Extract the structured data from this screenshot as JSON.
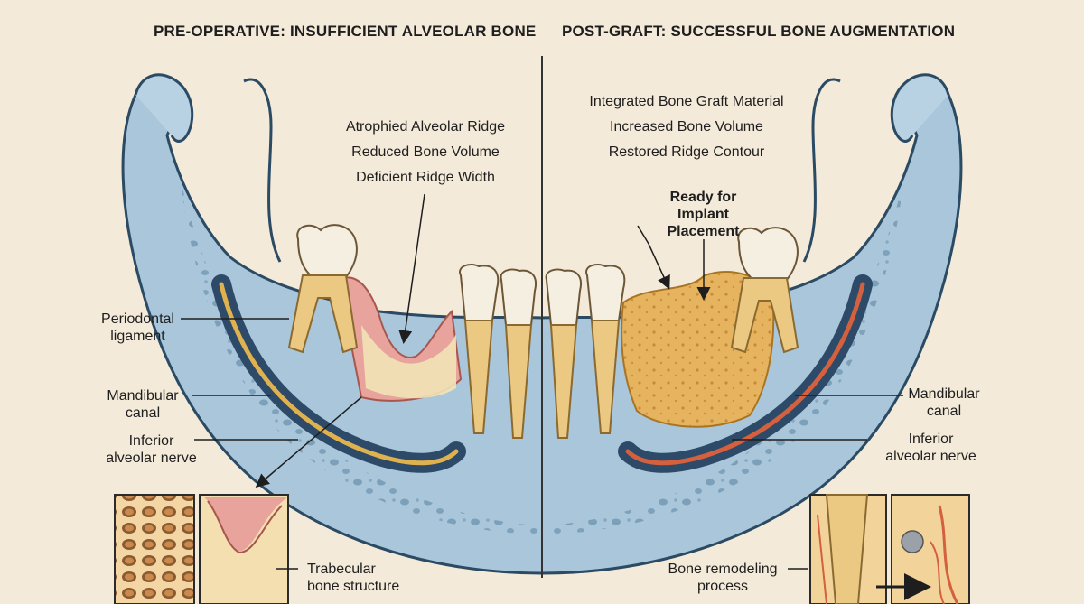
{
  "titles": {
    "left": "PRE-OPERATIVE: INSUFFICIENT ALVEOLAR BONE",
    "right": "POST-GRAFT: SUCCESSFUL BONE AUGMENTATION"
  },
  "left_labels": {
    "ridge_1": "Atrophied Alveolar Ridge",
    "ridge_2": "Reduced Bone Volume",
    "ridge_3": "Deficient Ridge Width",
    "periodontal_1": "Periodontal",
    "periodontal_2": "ligament",
    "canal_1": "Mandibular",
    "canal_2": "canal",
    "nerve_1": "Inferior",
    "nerve_2": "alveolar nerve",
    "trabecular_1": "Trabecular",
    "trabecular_2": "bone structure"
  },
  "right_labels": {
    "graft_1": "Integrated Bone Graft Material",
    "graft_2": "Increased Bone Volume",
    "graft_3": "Restored Ridge Contour",
    "ready_1": "Ready for",
    "ready_2": "Implant",
    "ready_3": "Placement",
    "canal_1": "Mandibular",
    "canal_2": "canal",
    "nerve_1": "Inferior",
    "nerve_2": "alveolar nerve",
    "remodel_1": "Bone remodeling",
    "remodel_2": "process"
  },
  "colors": {
    "background": "#f4ead9",
    "bone": "#a9c6da",
    "bone_outline": "#2b4a63",
    "graft": "#e6b35e",
    "gum": "#e8a39d",
    "nerve": "#e0b24f",
    "tooth": "#f5efe2"
  }
}
